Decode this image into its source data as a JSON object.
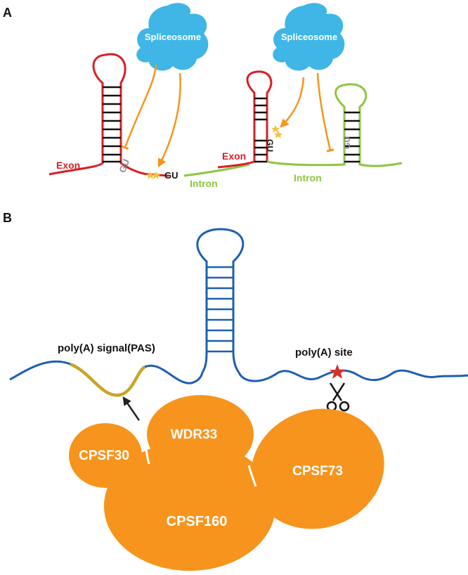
{
  "panel_a": {
    "label": "A",
    "spliceosome_left": "Spliceosome",
    "spliceosome_right": "Spliceosome",
    "exon_left": "Exon",
    "exon_right": "Exon",
    "intron_left": "Intron",
    "intron_right": "Intron",
    "gu_hidden_left": "GU",
    "gu_active_left": "GU",
    "gu_active_right": "GU",
    "gu_hidden_right": "GU"
  },
  "panel_b": {
    "label": "B",
    "pas_label": "poly(A) signal(PAS)",
    "site_label": "poly(A) site",
    "wdr33": "WDR33",
    "cpsf30": "CPSF30",
    "cpsf73": "CPSF73",
    "cpsf160": "CPSF160"
  },
  "colors": {
    "exon": "#d62027",
    "intron": "#8dc63f",
    "spliceosome": "#3fb6e6",
    "arrow": "#f7941d",
    "rna": "#1f5fb0",
    "pas": "#c8a42a",
    "cpsf": "#f7941d",
    "gu_grey": "#8a8a8a",
    "star": "#d6322a"
  }
}
